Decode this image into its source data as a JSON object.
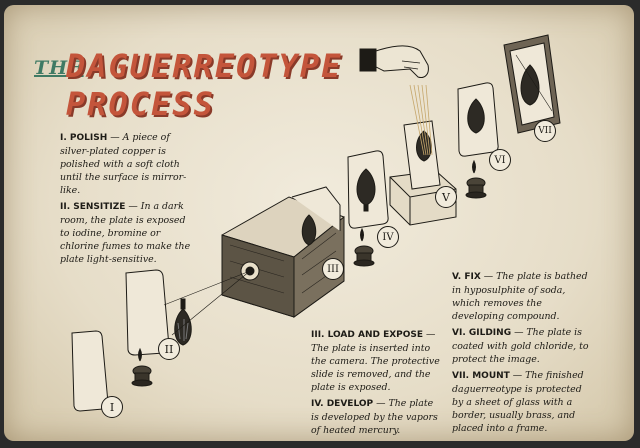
{
  "title": {
    "prefix": "THE",
    "line1": "DAGUERREOTYPE",
    "line2": "PROCESS"
  },
  "steps": [
    {
      "numeral": "I",
      "heading": "I. POLISH",
      "text": "A piece of silver-plated copper is polished with a soft cloth until the surface is mirror-like."
    },
    {
      "numeral": "II",
      "heading": "II. SENSITIZE",
      "text": "In a dark room, the plate is exposed to iodine, bromine or chlorine fumes to make the plate light-sensitive."
    },
    {
      "numeral": "III",
      "heading": "III. LOAD AND EXPOSE",
      "text": "The plate is inserted into the camera. The protective slide is removed, and the plate is exposed."
    },
    {
      "numeral": "IV",
      "heading": "IV. DEVELOP",
      "text": "The plate is developed by the vapors of heated mercury."
    },
    {
      "numeral": "V",
      "heading": "V. FIX",
      "text": "The plate is bathed in hyposulphite of soda, which removes the developing compound."
    },
    {
      "numeral": "VI",
      "heading": "VI. GILDING",
      "text": "The plate is coated with gold chloride, to protect the image."
    },
    {
      "numeral": "VII",
      "heading": "VII. MOUNT",
      "text": "The finished daguerreotype is protected by a sheet of glass with a border, usually brass, and placed into a frame."
    }
  ],
  "dash": "—",
  "colors": {
    "title_red": "#c4553b",
    "title_green": "#3f7a64",
    "paper": "#ebe3d0",
    "ink": "#1d1b16"
  }
}
